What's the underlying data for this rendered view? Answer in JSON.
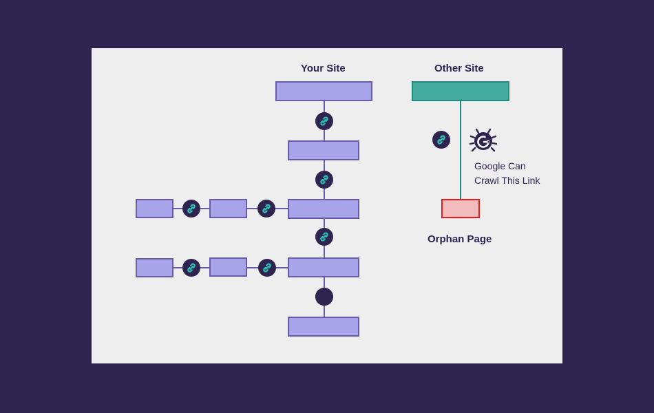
{
  "diagram": {
    "your_site_label": "Your Site",
    "other_site_label": "Other Site",
    "orphan_label": "Orphan Page",
    "crawl_note": [
      "Google Can",
      "Crawl This Link"
    ]
  },
  "colors": {
    "background": "#2f2350",
    "panel": "#eeeeef",
    "page_fill": "#a7a4ea",
    "page_border": "#6a5ba8",
    "other_site_fill": "#45aca1",
    "orphan_fill": "#f3bcbc",
    "orphan_border": "#e31d1d",
    "link_icon": "#2bc2b5"
  },
  "icons": {
    "link": "link-chain-icon",
    "crawler": "google-crawler-bug-icon"
  }
}
